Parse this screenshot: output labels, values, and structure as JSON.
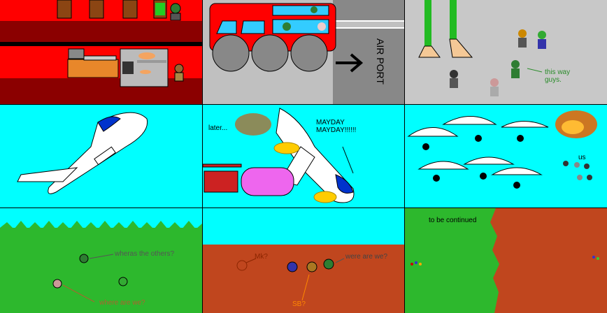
{
  "panels": {
    "p3": {
      "caption": "this way guys."
    },
    "p2": {
      "sign": "AIR PORT"
    },
    "p5": {
      "later": "later...",
      "mayday": "MAYDAY MAYDAY!!!!!!"
    },
    "p6": {
      "us": "us"
    },
    "p7": {
      "q1": "wheras the others?",
      "q2": "where are we?"
    },
    "p8": {
      "mk": "Mk?",
      "q": "were are we?",
      "sb": "SB?"
    },
    "p9": {
      "end": "to be continued"
    }
  },
  "colors": {
    "hotel_red": "#ff0000",
    "dark_red": "#8b0000",
    "sky": "#00ffff",
    "grass": "#2db82d",
    "dirt": "#c0461e",
    "gray": "#c0c0c0"
  }
}
